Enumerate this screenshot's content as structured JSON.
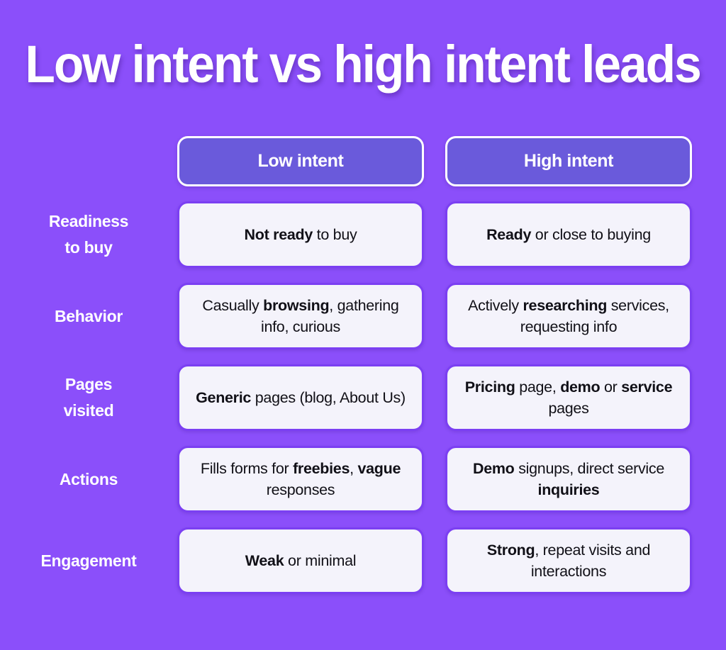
{
  "colors": {
    "background": "#8b4ffa",
    "header_fill": "#6a5adb",
    "header_border": "#ffffff",
    "card_fill": "#f4f3fb",
    "card_border": "#7b3ff2",
    "title_text": "#ffffff",
    "label_text": "#ffffff",
    "card_text": "#111017"
  },
  "title": "Low intent vs high intent leads",
  "table": {
    "corner_label": "",
    "columns": [
      {
        "label": "Low intent"
      },
      {
        "label": "High intent"
      }
    ],
    "rows": [
      {
        "label": "Readiness\nto buy",
        "cells": [
          {
            "html": "<b>Not ready</b> to buy",
            "plain": "Not ready to buy"
          },
          {
            "html": "<b>Ready</b> or close to buying",
            "plain": "Ready or close to buying"
          }
        ]
      },
      {
        "label": "Behavior",
        "cells": [
          {
            "html": "Casually <b>browsing</b>, gathering info, curious",
            "plain": "Casually browsing, gathering info, curious"
          },
          {
            "html": "Actively <b>researching</b> services, requesting info",
            "plain": "Actively researching services, requesting info"
          }
        ]
      },
      {
        "label": "Pages\nvisited",
        "cells": [
          {
            "html": "<b>Generic</b> pages (blog, About Us)",
            "plain": "Generic pages (blog, About Us)"
          },
          {
            "html": "<b>Pricing</b> page, <b>demo</b> or <b>service</b> pages",
            "plain": "Pricing page, demo or service pages"
          }
        ]
      },
      {
        "label": "Actions",
        "cells": [
          {
            "html": "Fills forms for <b>freebies</b>, <b>vague</b> responses",
            "plain": "Fills forms for freebies, vague responses"
          },
          {
            "html": "<b>Demo</b> signups, direct service <b>inquiries</b>",
            "plain": "Demo signups, direct service inquiries"
          }
        ]
      },
      {
        "label": "Engagement",
        "cells": [
          {
            "html": "<b>Weak</b> or minimal",
            "plain": "Weak or minimal"
          },
          {
            "html": "<b>Strong</b>, repeat visits and interactions",
            "plain": "Strong, repeat visits and interactions"
          }
        ]
      }
    ]
  }
}
